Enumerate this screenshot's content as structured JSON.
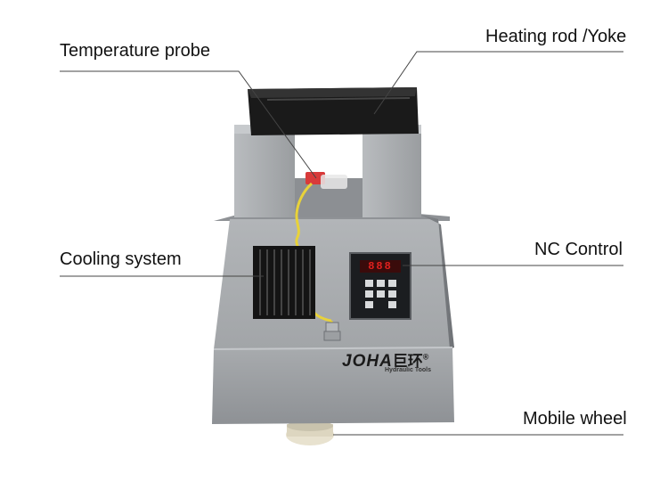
{
  "labels": {
    "temperature_probe": "Temperature probe",
    "heating_rod": "Heating rod /Yoke",
    "cooling_system": "Cooling system",
    "nc_control": "NC Control",
    "mobile_wheel": "Mobile wheel"
  },
  "device": {
    "brand": "JOHA",
    "brand_cn": "巨环",
    "registered_mark": "®",
    "subtitle": "Hydraulic Tools",
    "display_reading": "888"
  },
  "colors": {
    "body_gray": "#9ea1a4",
    "body_dark": "#7b7e82",
    "yoke_black": "#1a1a1a",
    "probe_yellow": "#e8d23a",
    "display_red": "#e0201e"
  }
}
